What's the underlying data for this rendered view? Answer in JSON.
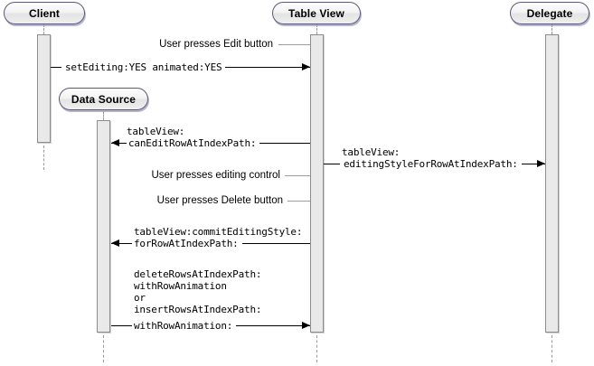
{
  "diagram": {
    "title": "UITableView editing sequence diagram",
    "type": "uml-sequence-diagram",
    "colors": {
      "participant_border": "#5a5a78",
      "participant_shadow": "#7878aa",
      "activation_fill": "#e9e9e9",
      "activation_border": "#8c8c8c",
      "arrow": "#000000",
      "grey_connector": "#9d9d9d",
      "lifeline_dash": "#9a9a9a",
      "background": "#ffffff"
    },
    "participants": [
      {
        "id": "client",
        "label": "Client"
      },
      {
        "id": "data_source",
        "label": "Data Source"
      },
      {
        "id": "table_view",
        "label": "Table View"
      },
      {
        "id": "delegate",
        "label": "Delegate"
      }
    ],
    "messages": [
      {
        "id": "user-presses-edit",
        "lines": [
          "User presses Edit button"
        ],
        "style": "sans",
        "kind": "user-action",
        "from": "user",
        "to": "table_view"
      },
      {
        "id": "set-editing",
        "lines": [
          "setEditing:YES animated:YES"
        ],
        "style": "mono",
        "kind": "call",
        "from": "client",
        "to": "table_view"
      },
      {
        "id": "can-edit-row",
        "lines": [
          "tableView:",
          "canEditRowAtIndexPath:"
        ],
        "style": "mono",
        "kind": "call",
        "from": "table_view",
        "to": "data_source"
      },
      {
        "id": "editing-style-for-row",
        "lines": [
          "tableView:",
          "editingStyleForRowAtIndexPath:"
        ],
        "style": "mono",
        "kind": "call",
        "from": "table_view",
        "to": "delegate"
      },
      {
        "id": "user-presses-editing-control",
        "lines": [
          "User presses editing control"
        ],
        "style": "sans",
        "kind": "user-action",
        "from": "user",
        "to": "table_view"
      },
      {
        "id": "user-presses-delete",
        "lines": [
          "User presses Delete button"
        ],
        "style": "sans",
        "kind": "user-action",
        "from": "user",
        "to": "table_view"
      },
      {
        "id": "commit-editing-style",
        "lines": [
          "tableView:commitEditingStyle:",
          "forRowAtIndexPath:"
        ],
        "style": "mono",
        "kind": "call",
        "from": "table_view",
        "to": "data_source"
      },
      {
        "id": "delete-or-insert-rows",
        "lines": [
          "deleteRowsAtIndexPath:",
          "withRowAnimation",
          "or",
          "insertRowsAtIndexPath:",
          "withRowAnimation:"
        ],
        "style": "mono",
        "kind": "call",
        "from": "data_source",
        "to": "table_view"
      }
    ]
  }
}
